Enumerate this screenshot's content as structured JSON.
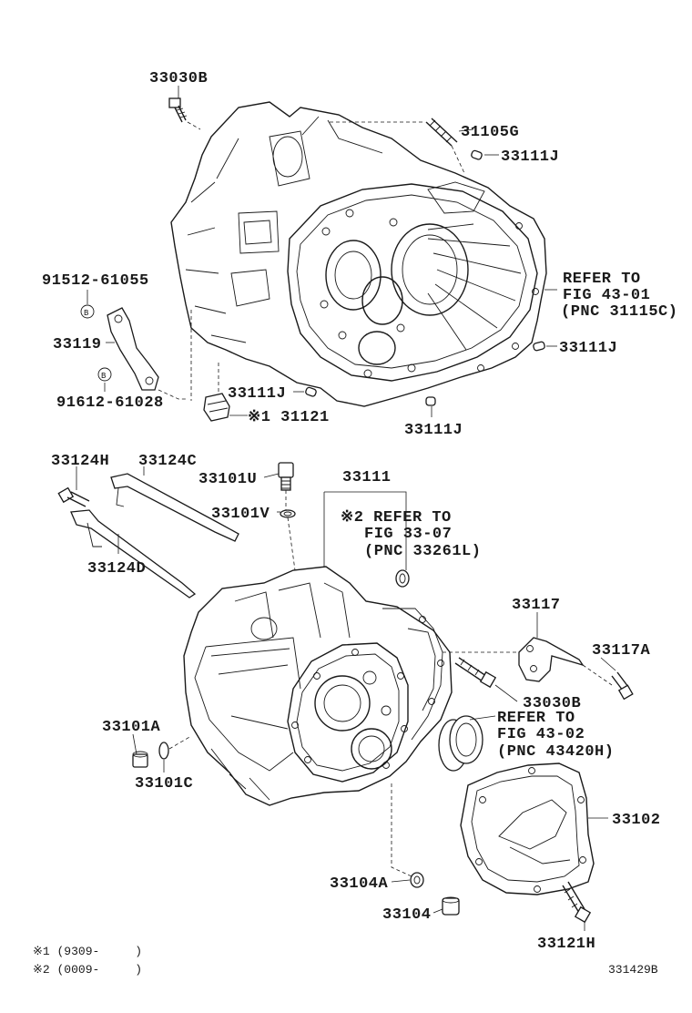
{
  "labels": {
    "l_33030B_top": "33030B",
    "l_31105G": "31105G",
    "l_33111J_a": "33111J",
    "l_91512": "91512-61055",
    "l_B1": "B",
    "l_33119": "33119",
    "l_B2": "B",
    "l_91612": "91612-61028",
    "l_refer1_a": "REFER TO",
    "l_refer1_b": "FIG 43-01",
    "l_refer1_c": "(PNC 31115C)",
    "l_33111J_b": "33111J",
    "l_33111J_c": "33111J",
    "l_31121": "※1 31121",
    "l_33111J_d": "33111J",
    "l_33124H": "33124H",
    "l_33124C": "33124C",
    "l_33101U": "33101U",
    "l_33111": "33111",
    "l_33101V": "33101V",
    "l_refer2_a": "※2 REFER TO",
    "l_refer2_b": "FIG 33-07",
    "l_refer2_c": "(PNC 33261L)",
    "l_33124D": "33124D",
    "l_33117": "33117",
    "l_33117A": "33117A",
    "l_33030B_mid": "33030B",
    "l_refer3_a": "REFER TO",
    "l_refer3_b": "FIG 43-02",
    "l_refer3_c": "(PNC 43420H)",
    "l_33101A": "33101A",
    "l_33101C": "33101C",
    "l_33102": "33102",
    "l_33104A": "33104A",
    "l_33104": "33104",
    "l_33121H": "33121H"
  },
  "footnotes": {
    "note1": "※1 (9309-     )",
    "note2": "※2 (0009-     )"
  },
  "figure_id": "331429B"
}
